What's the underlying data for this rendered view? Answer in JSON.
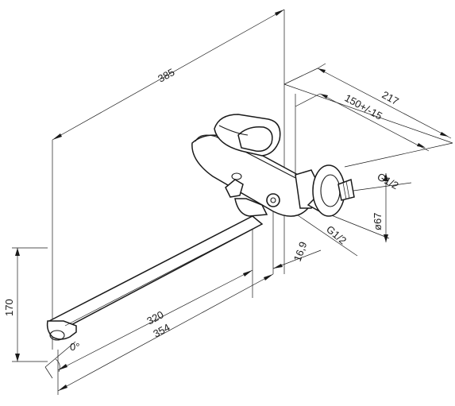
{
  "drawing": {
    "dimensions": {
      "total_length": "385",
      "depth": "217",
      "centers": "150+/-15",
      "connection_right": "G1/2",
      "connection_bottom": "G1/2",
      "flange_diameter": "ø67",
      "offset": "16,9",
      "height": "170",
      "spout_length_a": "320",
      "spout_length_b": "354",
      "angle": "0°"
    }
  }
}
